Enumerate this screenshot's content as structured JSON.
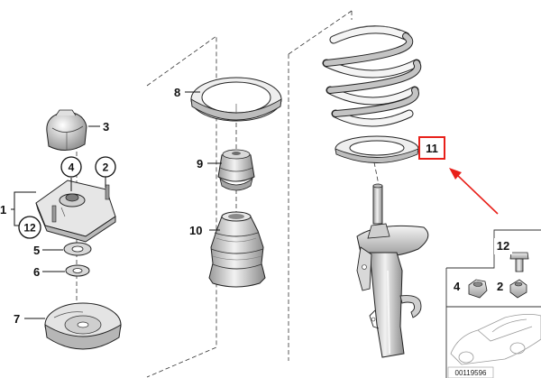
{
  "diagram": {
    "reference_number": "00119596",
    "highlight_color": "#e8201a",
    "callouts": {
      "p1": "1",
      "p2": "2",
      "p3": "3",
      "p4": "4",
      "p5": "5",
      "p6": "6",
      "p7": "7",
      "p8": "8",
      "p9": "9",
      "p10": "10",
      "p11": "11",
      "p12": "12"
    },
    "inset": {
      "p12": "12",
      "p4": "4",
      "p2": "2"
    }
  }
}
